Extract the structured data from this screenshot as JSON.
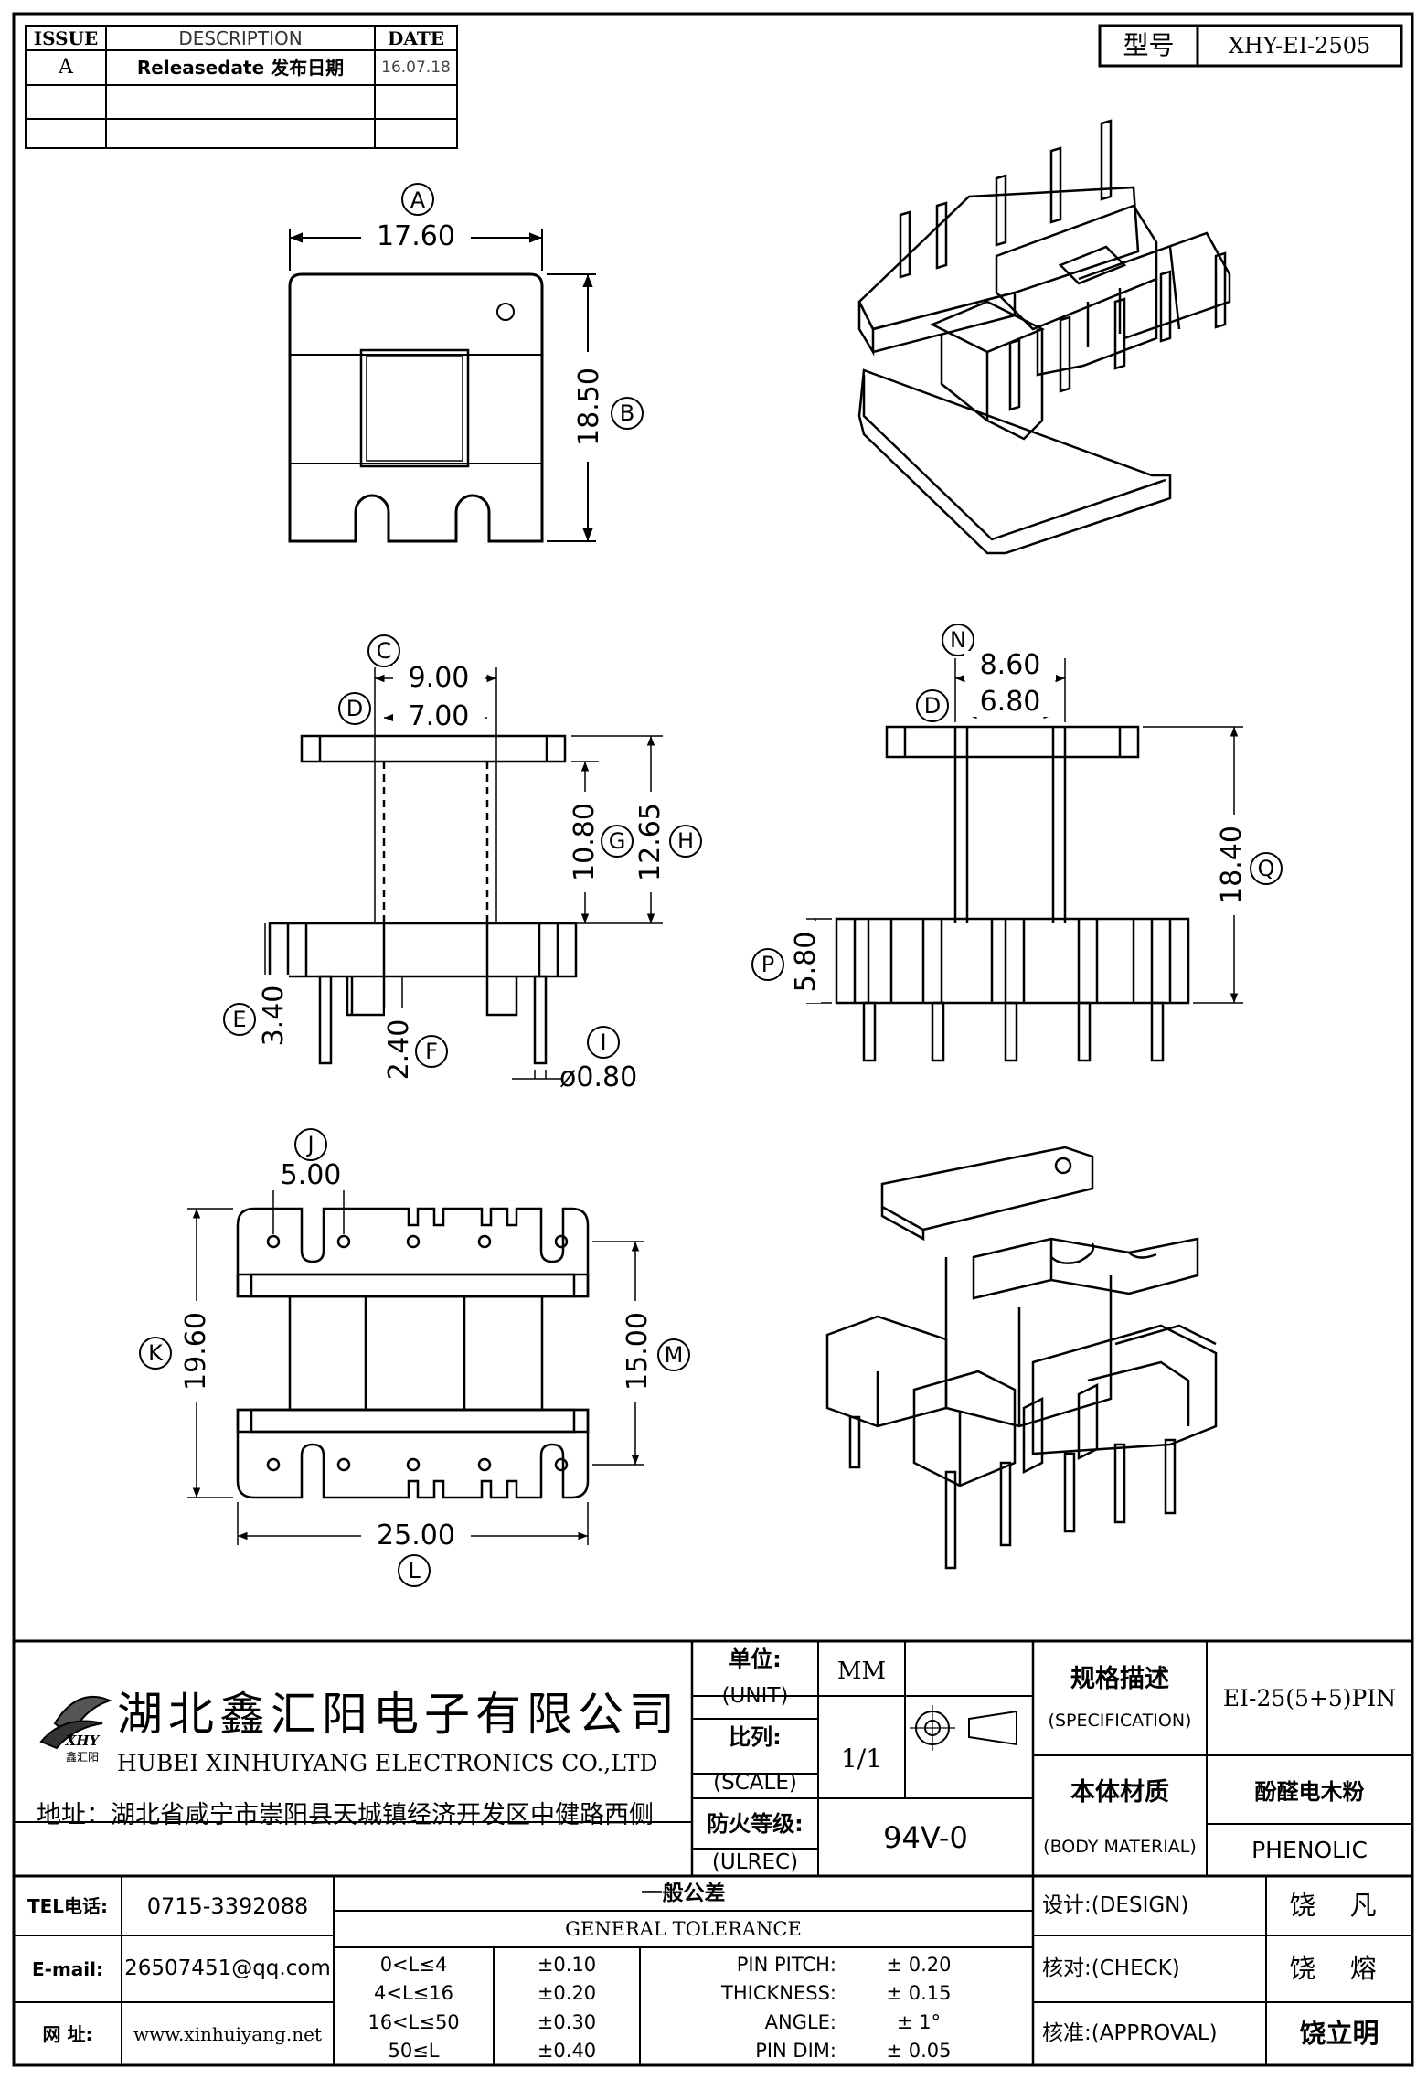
{
  "revision_table": {
    "headers": [
      "ISSUE",
      "DESCRIPTION",
      "DATE"
    ],
    "rows": [
      [
        "A",
        "Releasedate 发布日期",
        "16.07.18"
      ],
      [
        "",
        "",
        ""
      ],
      [
        "",
        "",
        ""
      ]
    ]
  },
  "model": {
    "label": "型号",
    "value": "XHY-EI-2505"
  },
  "dimensions": {
    "A": "17.60",
    "B": "18.50",
    "C": "9.00",
    "D": "7.00",
    "E": "3.40",
    "F": "2.40",
    "G": "10.80",
    "H": "12.65",
    "I": "ø0.80",
    "J": "5.00",
    "K": "19.60",
    "L": "25.00",
    "M": "15.00",
    "N": "8.60",
    "O": "6.80",
    "P": "5.80",
    "Q": "18.40"
  },
  "balloons": {
    "A": "A",
    "B": "B",
    "C": "C",
    "D": "D",
    "E": "E",
    "F": "F",
    "G": "G",
    "H": "H",
    "I": "I",
    "J": "J",
    "K": "K",
    "L": "L",
    "M": "M",
    "N": "N",
    "O": "D",
    "P": "P",
    "Q": "Q"
  },
  "company": {
    "name_cn": "湖北鑫汇阳电子有限公司",
    "name_en": "HUBEI XINHUIYANG ELECTRONICS CO.,LTD",
    "address": "地址：湖北省咸宁市崇阳县天城镇经济开发区中健路西侧",
    "logo_text": "XHY",
    "logo_sub": "鑫汇阳"
  },
  "spec_block": {
    "unit_cn": "单位:",
    "unit_en": "(UNIT)",
    "unit_value": "MM",
    "scale_cn": "比列:",
    "scale_en": "(SCALE)",
    "scale_value": "1/1",
    "ulrec_cn": "防火等级:",
    "ulrec_en": "(ULREC)",
    "ulrec_value": "94V-0",
    "spec_cn": "规格描述",
    "spec_en": "(SPECIFICATION)",
    "spec_value": "EI-25(5+5)PIN",
    "material_cn": "本体材质",
    "material_en": "(BODY MATERIAL)",
    "material_value_cn": "酚醛电木粉",
    "material_value_en": "PHENOLIC"
  },
  "contact": {
    "tel_label": "TEL电话:",
    "tel": "0715-3392088",
    "email_label": "E-mail:",
    "email": "26507451@qq.com",
    "web_label": "网  址:",
    "web": "www.xinhuiyang.net"
  },
  "tolerance": {
    "title_cn": "一般公差",
    "title_en": "GENERAL TOLERANCE",
    "ranges": [
      [
        "0<L≤4",
        "±0.10"
      ],
      [
        "4<L≤16",
        "±0.20"
      ],
      [
        "16<L≤50",
        "±0.30"
      ],
      [
        "50≤L",
        "±0.40"
      ]
    ],
    "items": [
      [
        "PIN PITCH:",
        "± 0.20"
      ],
      [
        "THICKNESS:",
        "± 0.15"
      ],
      [
        "ANGLE:",
        "± 1°"
      ],
      [
        "PIN DIM:",
        "± 0.05"
      ]
    ]
  },
  "signoff": {
    "design_label": "设计:(DESIGN)",
    "design_name": "饶 凡",
    "check_label": "核对:(CHECK)",
    "check_name": "饶 熔",
    "approval_label": "核准:(APPROVAL)",
    "approval_name": "饶立明"
  }
}
